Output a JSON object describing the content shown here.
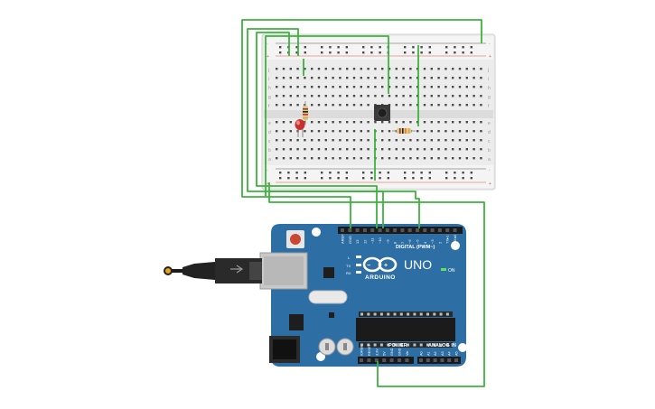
{
  "board": {
    "logo_text": "ARDUINO",
    "model_text": "UNO",
    "digital_header": "DIGITAL (PWM~)",
    "power_header": "POWER",
    "analog_header": "ANALOG IN",
    "on_label": "ON",
    "led_labels": [
      "L",
      "TX",
      "RX"
    ],
    "digital_pins": [
      "AREF",
      "GND",
      "13",
      "12",
      "~11",
      "~10",
      "~9",
      "8",
      "7",
      "~6",
      "~5",
      "4",
      "~3",
      "2",
      "TX▸1",
      "RX◂0"
    ],
    "power_pins": [
      "IOREF",
      "RESET",
      "3.3V",
      "5V",
      "GND",
      "GND",
      "Vin"
    ],
    "analog_pins": [
      "A0",
      "A1",
      "A2",
      "A3",
      "A4",
      "A5"
    ]
  },
  "breadboard": {
    "row_letters_top": [
      "j",
      "i",
      "h",
      "g",
      "f"
    ],
    "row_letters_bottom": [
      "e",
      "d",
      "c",
      "b",
      "a"
    ],
    "rail_minus": "-",
    "rail_plus": "+"
  },
  "colors": {
    "board": "#2d6fa5",
    "board_dark": "#1f5a8c",
    "wire": "#3db33d",
    "breadboard": "#ececec",
    "rail_red": "#d9534f",
    "rail_dark": "#555555"
  }
}
